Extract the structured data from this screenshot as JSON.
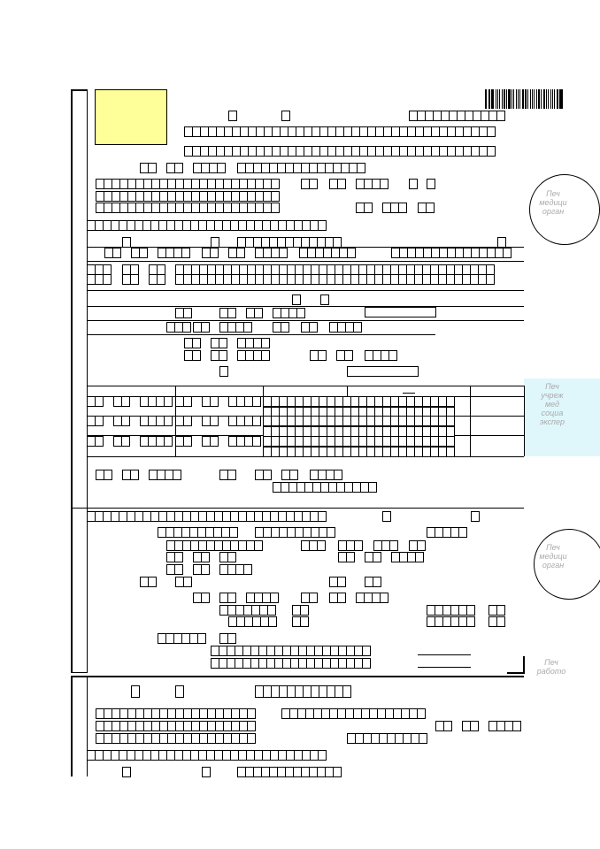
{
  "colors": {
    "photo_box": "#ffff99",
    "stamp_panel": "#dff7fb",
    "stamp_text": "#aaaaaa",
    "ink": "#000000"
  },
  "icons": [
    "barcode-icon"
  ],
  "stamps": {
    "stamp1": "Печ\nмедици\nорган",
    "stamp2": "Печ\nучреж\nмед\nсоциа\nэкспер",
    "stamp3": "Печ\nмедици\nорган",
    "stamp4": "Печ\nработо"
  }
}
